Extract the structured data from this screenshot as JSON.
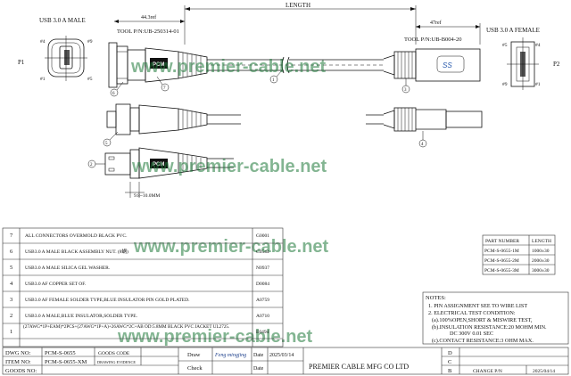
{
  "drawing": {
    "labels": {
      "usb_male": "USB 3.0 A MALE",
      "usb_female": "USB 3.0 A FEMALE",
      "length": "LENGTH",
      "dim_left": "44.3ref",
      "dim_right": "47ref",
      "tool_left": "TOOL P/N:UB-250314-01",
      "tool_right": "TOOL P/N:UB-B004-20",
      "p1": "P1",
      "p2": "P2",
      "pin4_left": "#4",
      "pin1_left": "#1",
      "pin9_left": "#9",
      "pin5_left": "#5",
      "pin5_right": "#5",
      "pin4_right": "#4",
      "pin9_right": "#9",
      "pin1_right": "#1",
      "dim_range": "9.8~10.0MM",
      "pcm": "PCM",
      "ss_mark": "SS",
      "c1": "1",
      "c2": "2",
      "c3": "3",
      "c4": "4",
      "c5": "5",
      "c6": "6",
      "c7": "7"
    },
    "watermark": "www.premier-cable.net"
  },
  "bom": [
    {
      "no": "7",
      "desc": "ALL CONNECTORS OVERMOLD BLACK PVC.",
      "code": "G0001"
    },
    {
      "no": "6",
      "desc": "USB3.0 A MALE BLACK ASSEMBLY NUT. (8蜗)",
      "code": "C0544"
    },
    {
      "no": "5",
      "desc": "USB3.0 A MALE SILICA GEL WASHER.",
      "code": "N0937"
    },
    {
      "no": "4",
      "desc": "USB3.0 AF COPPER SET OF.",
      "code": "D0084"
    },
    {
      "no": "3",
      "desc": "USB3.0 AF FEMALE SOLDER TYPE,BLUE INSULATOR PIN GOLD PLATED.",
      "code": "A0759"
    },
    {
      "no": "2",
      "desc": "USB3.0 A MALE,BLUE INSULATOR,SOLDER TYPE.",
      "code": "A0710"
    },
    {
      "no": "1",
      "desc": "(27AWG*1P+EAM)*2PCS+(27AWG*1P+A)+26AWG*2C+AB OD:5.8MM BLACK PVC JACKET UL2725.",
      "code": "E0494"
    }
  ],
  "part_table": {
    "headers": [
      "PART NUMBER",
      "LENGTH"
    ],
    "rows": [
      [
        "PCM-S-0655-1M",
        "1000±30"
      ],
      [
        "PCM-S-0655-2M",
        "2000±30"
      ],
      [
        "PCM-S-0655-3M",
        "3000±30"
      ]
    ]
  },
  "notes": {
    "title": "NOTES:",
    "lines": [
      "1. PIN ASSIGNMENT SEE TO WIRE LIST",
      "2. ELECTRICAL TEST CONDITION:",
      "(a).100%OPEN,SHORT & MISWIRE TEST,",
      "(b).INSULATION RESISTANCE:20 MOHM MIN.",
      "DC 300V 0.01 SEC",
      "(c).CONTACT RESISTANCE:3 OHM MAX."
    ]
  },
  "title_block": {
    "dwg_no_label": "DWG NO:",
    "dwg_no": "PCM-S-0655",
    "goods_code_label": "GOODS CODE",
    "item_no_label": "ITEM NO:",
    "item_no": "PCM-S-0655-XM",
    "drawing_evidence": "DRAWING EVIDENCE",
    "goods_no_label": "GOODS NO:",
    "draw_label": "Draw",
    "drawer": "Feng mingjing",
    "date_label": "Date",
    "date": "2025/03/14",
    "check_label": "Check",
    "check_date_label": "Date",
    "company": "PREMIER CABLE MFG CO LTD",
    "rev_d": "D",
    "rev_c": "C",
    "rev_b": "B",
    "change_pn_label": "CHANGE P/N",
    "change_date": "2025/04/14"
  }
}
